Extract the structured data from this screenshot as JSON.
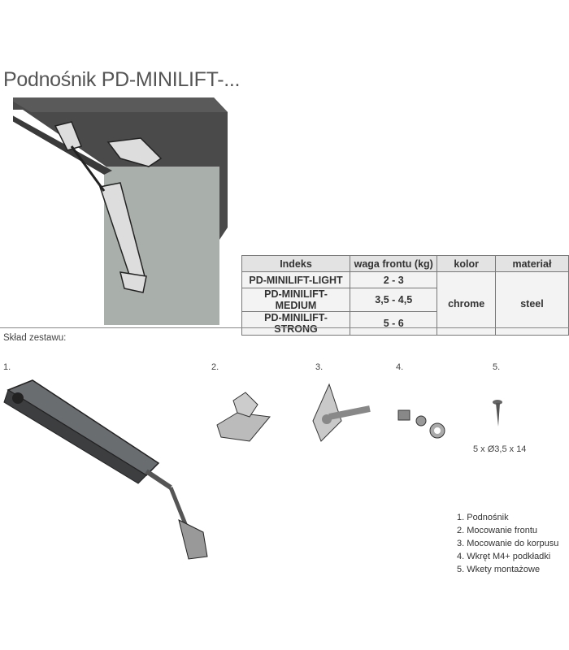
{
  "title": "Podnośnik PD-MINILIFT-...",
  "table": {
    "headers": [
      "Indeks",
      "waga frontu (kg)",
      "kolor",
      "materiał"
    ],
    "rows": [
      {
        "index": "PD-MINILIFT-LIGHT",
        "weight": "2 - 3"
      },
      {
        "index": "PD-MINILIFT-MEDIUM",
        "weight": "3,5 - 4,5"
      },
      {
        "index": "PD-MINILIFT-STRONG",
        "weight": "5 - 6"
      }
    ],
    "color": "chrome",
    "material": "steel"
  },
  "kit": {
    "heading": "Skład zestawu:",
    "numbers": [
      "1.",
      "2.",
      "3.",
      "4.",
      "5."
    ],
    "screw_size": "5 x Ø3,5 x 14",
    "legend": [
      "1. Podnośnik",
      "2. Mocowanie frontu",
      "3. Mocowanie do korpusu",
      "4. Wkręt M4+ podkładki",
      "5. Wkety montażowe"
    ]
  }
}
